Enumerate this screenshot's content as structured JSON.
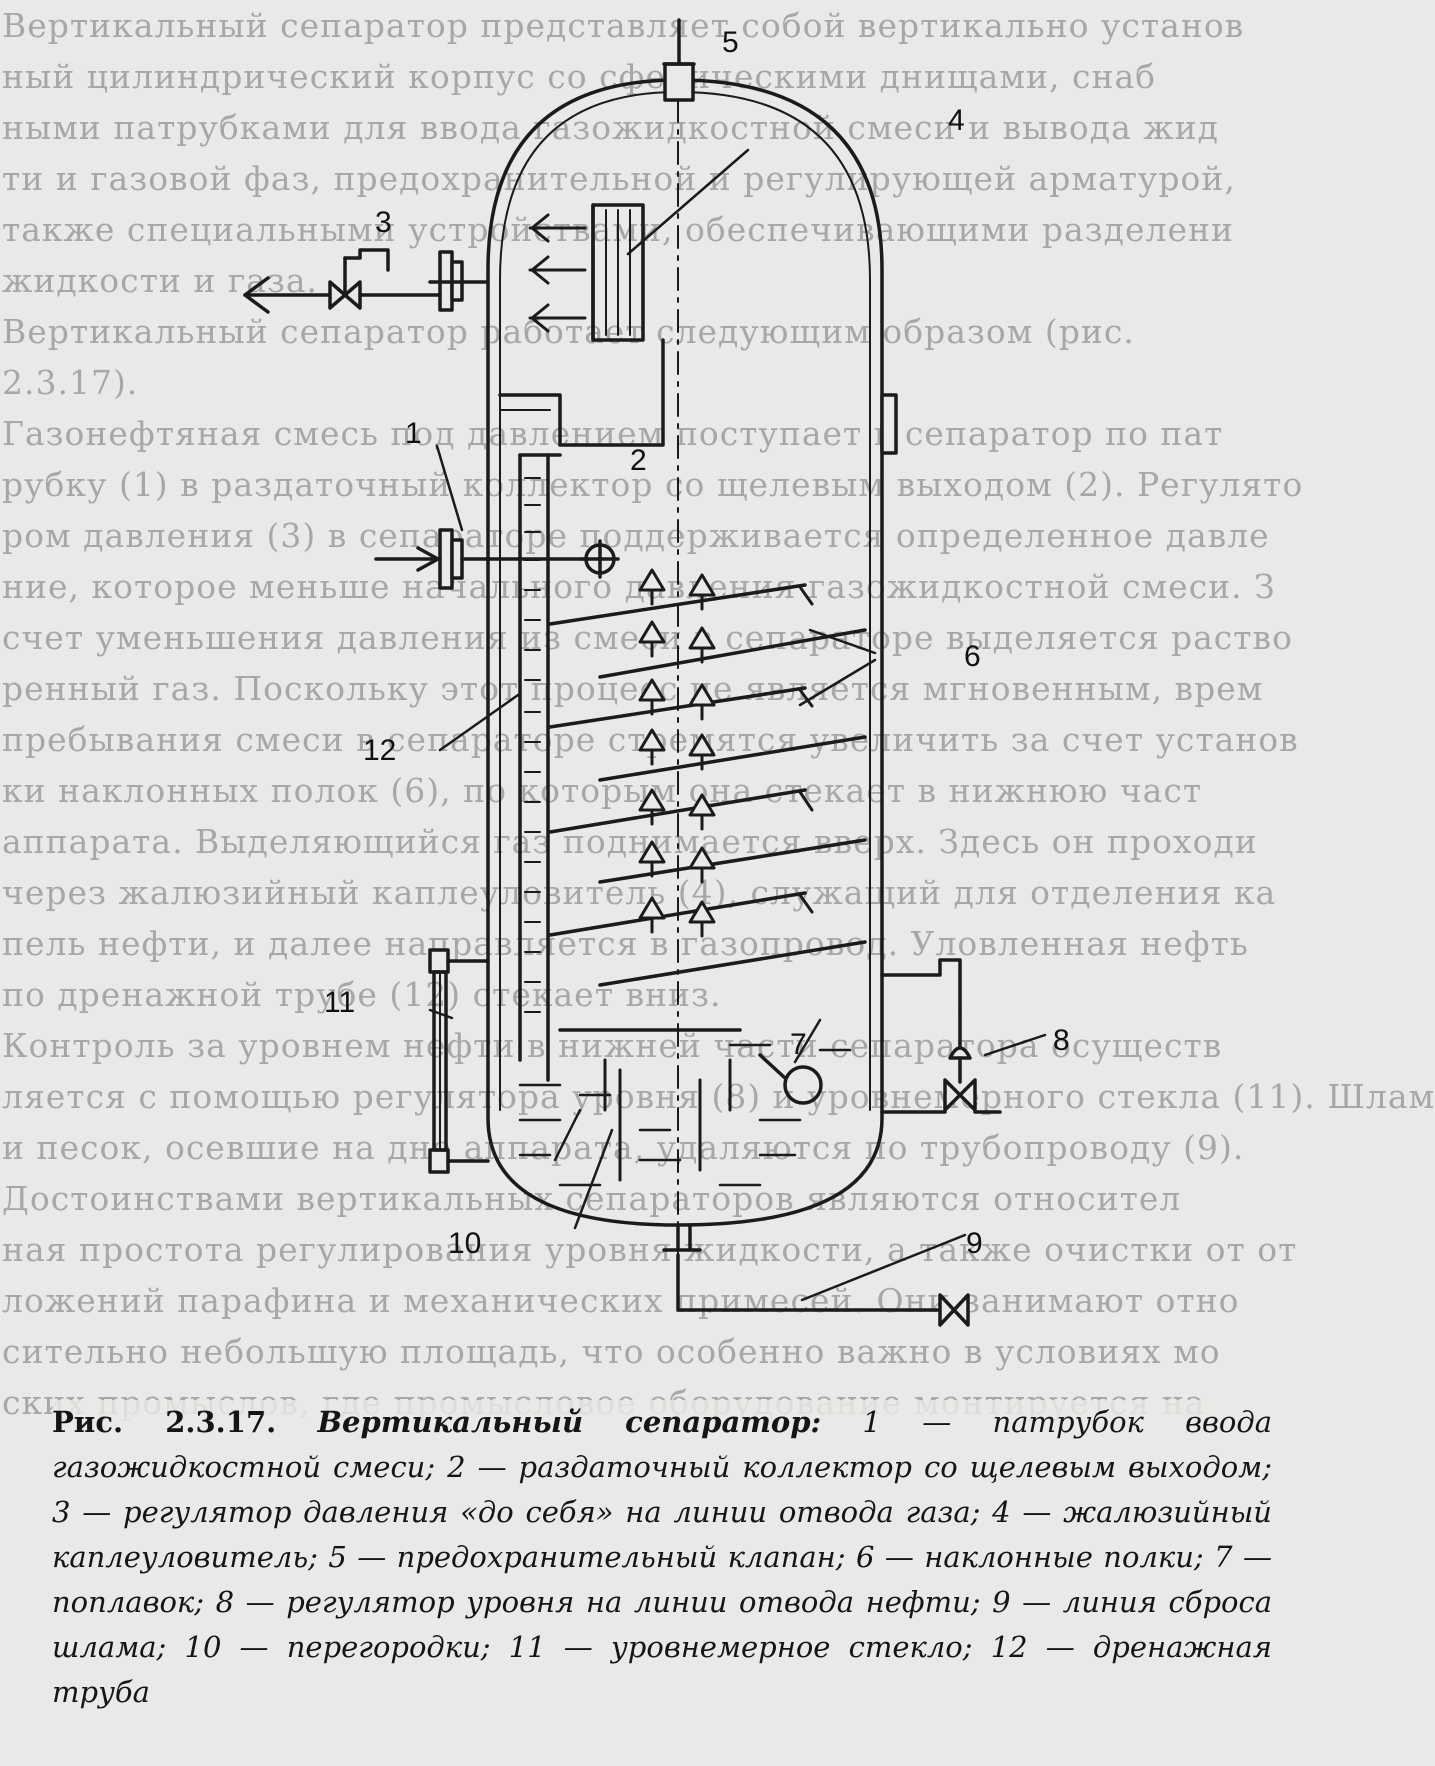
{
  "figure": {
    "labels": {
      "l1": "1",
      "l2": "2",
      "l3": "3",
      "l4": "4",
      "l5": "5",
      "l6": "6",
      "l7": "7",
      "l8": "8",
      "l9": "9",
      "l10": "10",
      "l11": "11",
      "l12": "12"
    }
  },
  "caption": {
    "number": "Рис. 2.3.17.",
    "title": "Вертикальный сепаратор:",
    "text": "1 — патрубок ввода газожидкостной смеси; 2 — раздаточный коллектор со щелевым выходом; 3 — регулятор давления «до себя» на линии отвода газа; 4 — жалюзийный каплеуловитель; 5 — предохранительный клапан; 6 — наклонные полки; 7 — поплавок; 8 — регулятор уровня на линии отвода нефти; 9 — линия сброса шлама; 10 — перегородки; 11 — уровнемерное стекло; 12 — дренажная труба"
  },
  "bleed_text": [
    "Вертикальный сепаратор представляет собой вертикально установ",
    "ный цилиндрический корпус со сферическими днищами, снаб",
    "ными патрубками для ввода газожидкостной смеси и вывода жид",
    "ти и газовой фаз, предохранительной и регулирующей арматурой,",
    "также специальными устройствами, обеспечивающими разделени",
    "жидкости и газа.",
    "Вертикальный сепаратор работает следующим образом (рис.",
    "2.3.17).",
    "Газонефтяная смесь под давлением поступает в сепаратор по пат",
    "рубку (1) в раздаточный коллектор со щелевым выходом (2). Регулято",
    "ром давления (3) в сепараторе поддерживается определенное давле",
    "ние, которое меньше начального давления газожидкостной смеси. З",
    "счет уменьшения давления из смеси в сепараторе выделяется раство",
    "ренный газ. Поскольку этот процесс не является мгновенным, врем",
    "пребывания смеси в сепараторе стремятся увеличить за счет установ",
    "ки наклонных полок (6), по которым она стекает в нижнюю част",
    "аппарата. Выделяющийся газ поднимается вверх. Здесь он проходи",
    "через жалюзийный каплеуловитель (4), служащий для отделения ка",
    "пель нефти, и далее направляется в газопровод. Уловленная нефть",
    "по дренажной трубе (12) стекает вниз.",
    "Контроль за уровнем нефти в нижней части сепаратора осуществ",
    "ляется с помощью регулятора уровня (8) и уровнемерного стекла (11). Шлам",
    "и песок, осевшие на дне аппарата, удаляются по трубопроводу (9).",
    "Достоинствами вертикальных сепараторов являются относител",
    "ная простота регулирования уровня жидкости, а также очистки от от",
    "ложений парафина и механических примесей. Они занимают отно",
    "сительно небольшую площадь, что особенно важно в условиях мо",
    "ских промыслов, где промысловое оборудование монтируется на"
  ]
}
